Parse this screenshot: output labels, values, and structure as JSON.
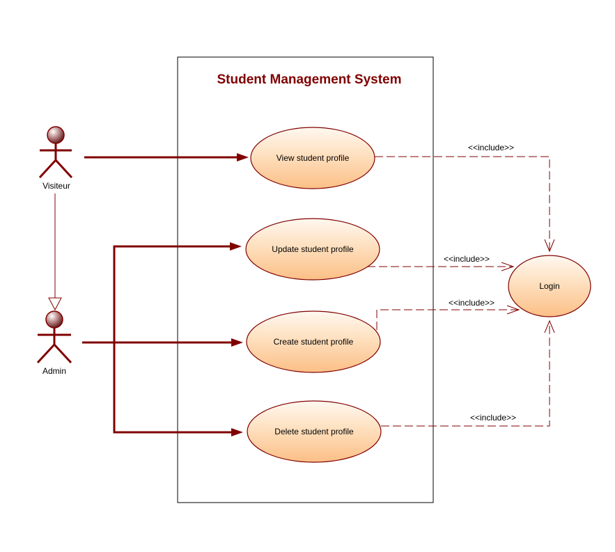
{
  "system": {
    "title": "Student Management System"
  },
  "actors": {
    "visiteur": "Visiteur",
    "admin": "Admin"
  },
  "use_cases": {
    "view": "View student profile",
    "update": "Update student profile",
    "create": "Create student profile",
    "delete": "Delete student profile",
    "login": "Login"
  },
  "relations": {
    "include_label": "<<include>>"
  },
  "colors": {
    "line": "#800000",
    "title": "#800000",
    "usecase_fill_top": "#fff6ec",
    "usecase_fill_bottom": "#fcc690",
    "boundary": "#000000"
  }
}
